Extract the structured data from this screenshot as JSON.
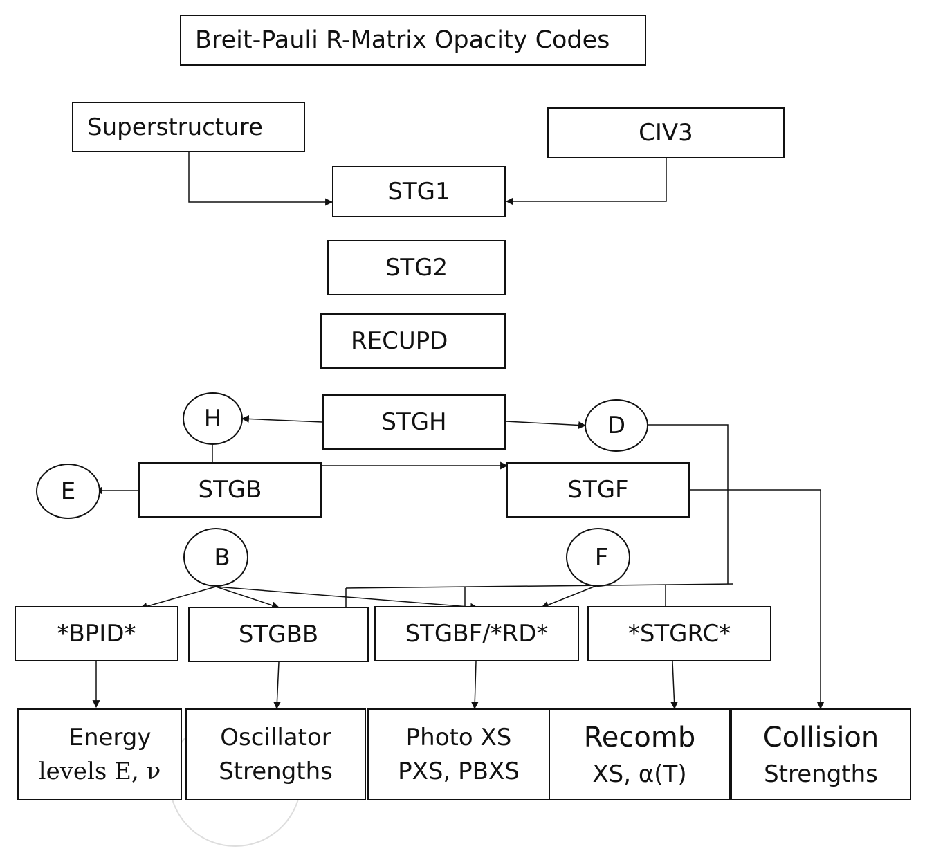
{
  "title": "Breit-Pauli R-Matrix Opacity Codes",
  "inputs": {
    "superstructure": "Superstructure",
    "civ3": "CIV3"
  },
  "stages": {
    "stg1": "STG1",
    "stg2": "STG2",
    "recupd": "RECUPD",
    "stgh": "STGH",
    "stgb": "STGB",
    "stgf": "STGF"
  },
  "nodes": {
    "h": "H",
    "d": "D",
    "e": "E",
    "b": "B",
    "f": "F"
  },
  "programs": {
    "bpid": "*BPID*",
    "stgbb": "STGBB",
    "stgbf": "STGBF/*RD*",
    "stgrc": "*STGRC*"
  },
  "outputs": {
    "energy": {
      "line1": "Energy",
      "line2": "levels E, ν"
    },
    "oscillator": {
      "line1": "Oscillator",
      "line2": "Strengths"
    },
    "photo": {
      "line1": "Photo XS",
      "line2": "PXS, PBXS"
    },
    "recomb": {
      "line1": "Recomb",
      "line2": "XS, α(T)"
    },
    "collision": {
      "line1": "Collision",
      "line2": "Strengths"
    }
  }
}
